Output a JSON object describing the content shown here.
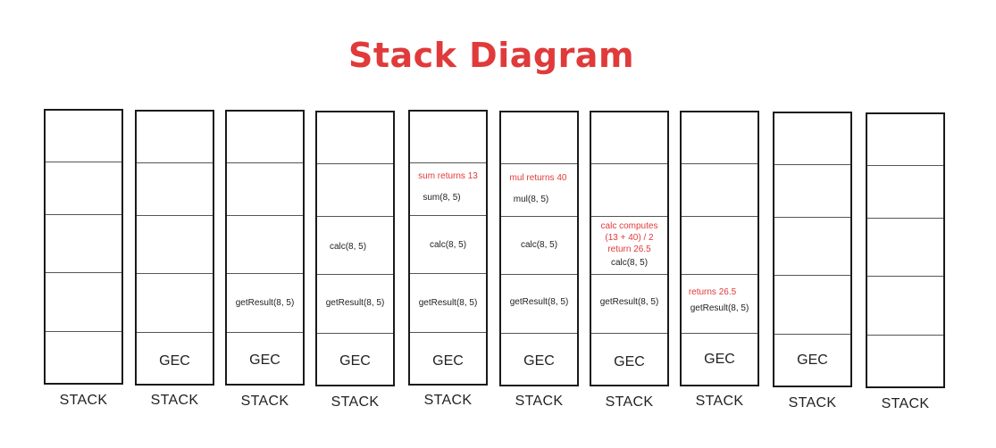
{
  "title": "Stack Diagram",
  "stacks": [
    {
      "label": "STACK"
    },
    {
      "label": "STACK",
      "gec": "GEC"
    },
    {
      "label": "STACK",
      "gec": "GEC",
      "getResult": "getResult(8, 5)"
    },
    {
      "label": "STACK",
      "gec": "GEC",
      "getResult": "getResult(8, 5)",
      "calc": "calc(8, 5)"
    },
    {
      "label": "STACK",
      "gec": "GEC",
      "getResult": "getResult(8, 5)",
      "calc": "calc(8, 5)",
      "call": "sum(8, 5)",
      "note": "sum returns 13"
    },
    {
      "label": "STACK",
      "gec": "GEC",
      "getResult": "getResult(8, 5)",
      "calc": "calc(8, 5)",
      "call": "mul(8, 5)",
      "note": "mul returns 40"
    },
    {
      "label": "STACK",
      "gec": "GEC",
      "getResult": "getResult(8, 5)",
      "calc": "calc(8, 5)",
      "note_lines": [
        "calc computes",
        "(13 + 40) / 2",
        "return  26.5"
      ]
    },
    {
      "label": "STACK",
      "gec": "GEC",
      "getResult": "getResult(8, 5)",
      "note": "returns 26.5"
    },
    {
      "label": "STACK",
      "gec": "GEC"
    },
    {
      "label": "STACK"
    }
  ]
}
